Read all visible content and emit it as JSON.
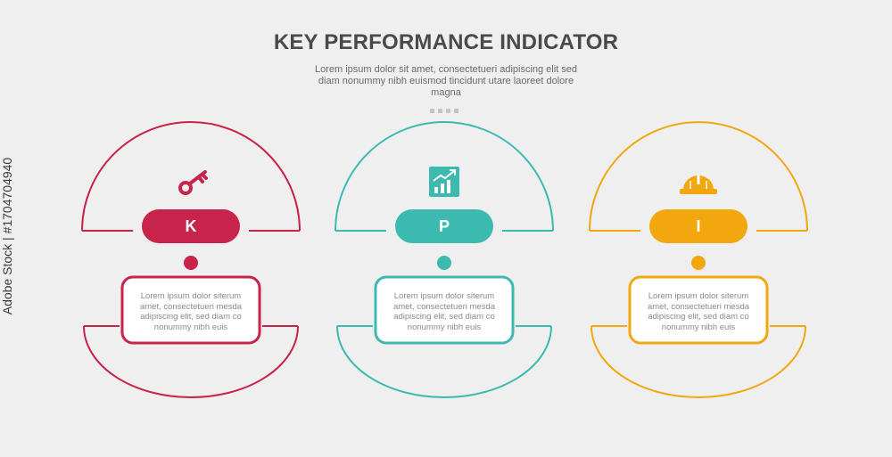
{
  "header": {
    "title": "KEY PERFORMANCE INDICATOR",
    "subtitle": "Lorem ipsum dolor sit amet, consectetueri adipiscing elit sed diam nonummy nibh euismod tincidunt utare laoreet dolore magna"
  },
  "watermark": {
    "side_text": "Adobe Stock | #1704704940"
  },
  "items": [
    {
      "letter": "K",
      "icon": "key-icon",
      "color": "#c8234a",
      "text": "Lorem ipsum dolor siterum amet, consectetueri mesda adipiscing elit, sed diam co nonummy nibh euis"
    },
    {
      "letter": "P",
      "icon": "growth-chart-icon",
      "color": "#3dbab0",
      "text": "Lorem ipsum dolor siterum amet, consectetueri mesda adipiscing elit, sed diam co nonummy nibh euis"
    },
    {
      "letter": "I",
      "icon": "hard-hat-icon",
      "color": "#f2a70f",
      "text": "Lorem ipsum dolor siterum amet, consectetueri mesda adipiscing elit, sed diam co nonummy nibh euis"
    }
  ]
}
